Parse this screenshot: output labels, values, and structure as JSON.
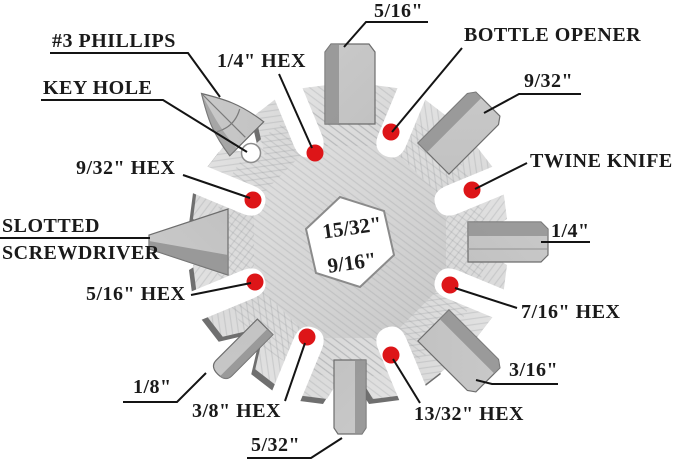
{
  "diagram": {
    "center_labels": {
      "size_1": "15/32\"",
      "size_2": "9/16\""
    },
    "callouts": {
      "phillips": "#3 PHILLIPS",
      "key_hole": "KEY HOLE",
      "hex_quarter": "1/4\" HEX",
      "bit_5_16_top": "5/16\"",
      "bottle_opener": "BOTTLE OPENER",
      "bit_9_32_right": "9/32\"",
      "twine_knife": "TWINE KNIFE",
      "bit_1_4_right": "1/4\"",
      "hex_7_16": "7/16\" HEX",
      "bit_3_16": "3/16\"",
      "hex_13_32": "13/32\" HEX",
      "bit_5_32": "5/32\"",
      "hex_3_8": "3/8\" HEX",
      "bit_1_8": "1/8\"",
      "hex_5_16": "5/16\" HEX",
      "slotted_line1": "SLOTTED",
      "slotted_line2": "SCREWDRIVER",
      "hex_9_32_left": "9/32\" HEX"
    },
    "colors": {
      "marker_red": "#dd1518",
      "leader_line": "#141414",
      "label_text": "#1a1a1a",
      "steel_light": "#e6e6e6",
      "steel_dark": "#bfbfbf",
      "shadow_gray": "#6f6f6f",
      "background": "#ffffff"
    }
  }
}
